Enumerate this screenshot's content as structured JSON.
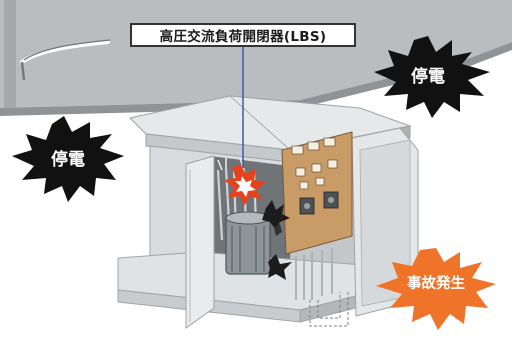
{
  "callout": {
    "label": "高圧交流負荷開閉器(LBS)"
  },
  "bursts": {
    "outage_right": "停電",
    "outage_left": "停電",
    "accident": "事故発生"
  },
  "colors": {
    "building_wall": "#b8bcbf",
    "cabinet_body": "#d7dbdd",
    "panel_board": "#c49a66",
    "outage_burst": "#111111",
    "accident_burst": "#f0732a",
    "spark": "#e8421c",
    "leader_line": "#3e5aa8"
  },
  "icons": [
    "outage-burst-icon",
    "accident-burst-icon",
    "spark-icon"
  ]
}
